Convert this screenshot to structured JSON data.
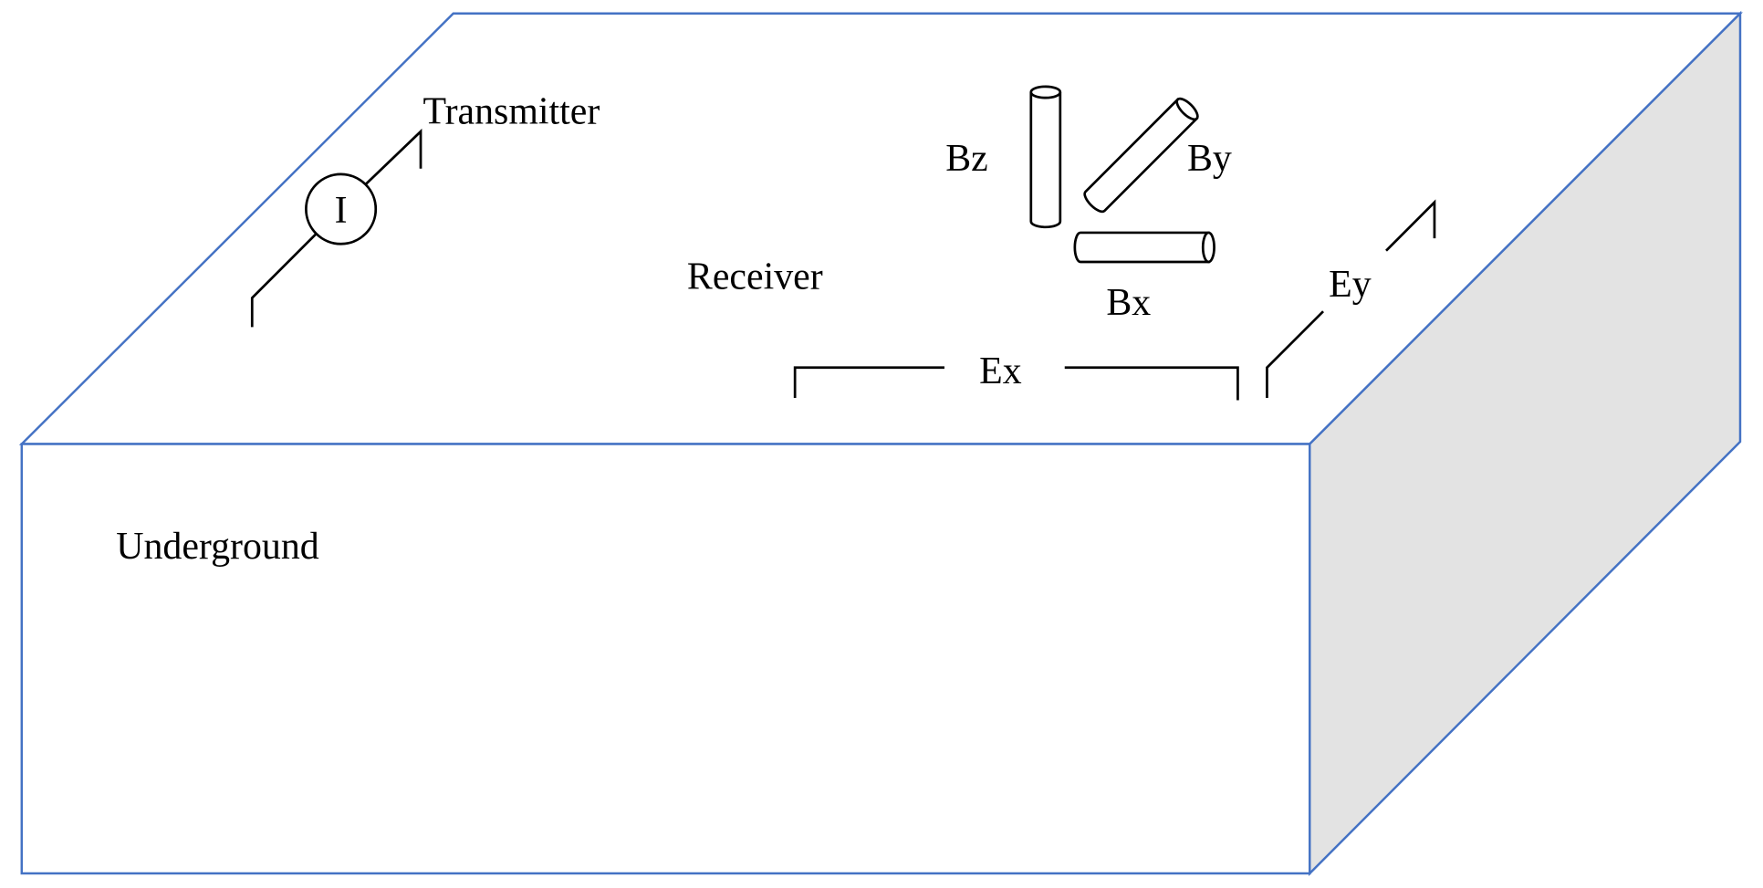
{
  "diagram": {
    "labels": {
      "transmitter": "Transmitter",
      "current_symbol": "I",
      "receiver": "Receiver",
      "bz": "Bz",
      "by": "By",
      "bx": "Bx",
      "ex": "Ex",
      "ey": "Ey",
      "underground": "Underground"
    },
    "colors": {
      "box_edge": "#4472c4",
      "side_face": "#e3e3e3",
      "lines": "#000000"
    }
  }
}
